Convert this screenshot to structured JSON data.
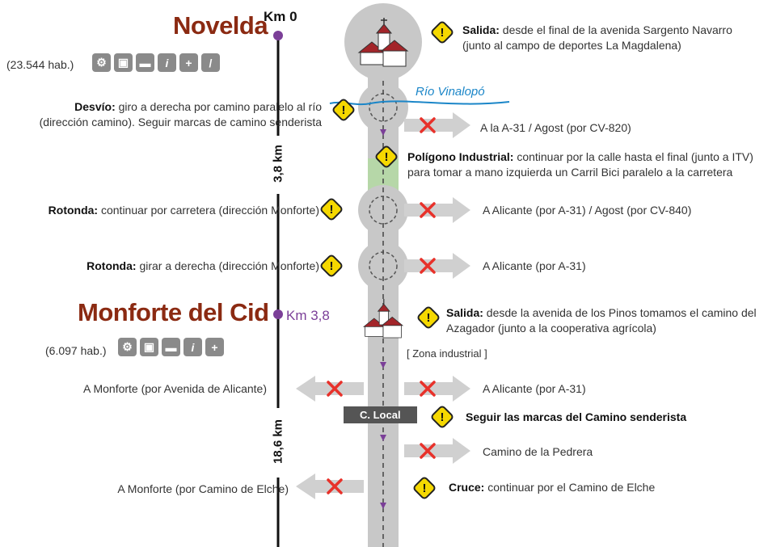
{
  "towns": {
    "novelda": {
      "name": "Novelda",
      "km": "Km 0",
      "population": "(23.544 hab.)",
      "services": [
        "bike-repair-icon",
        "train-icon",
        "bed-icon",
        "info-icon",
        "health-icon",
        "tool-icon"
      ]
    },
    "monforte": {
      "name": "Monforte del Cid",
      "km": "Km 3,8",
      "population": "(6.097 hab.)",
      "services": [
        "bike-repair-icon",
        "train-icon",
        "bed-icon",
        "info-icon",
        "health-icon"
      ]
    }
  },
  "distances": {
    "first": "3,8 km",
    "second": "18,6 km"
  },
  "river": "Río Vinalopó",
  "zone_label": "[ Zona industrial ]",
  "road_label": "C. Local",
  "notes": [
    {
      "bold": "Salida:",
      "text": "desde el final de la avenida Sargento Navarro",
      "text2": "(junto al campo de deportes La Magdalena)"
    },
    {
      "bold": "Desvío:",
      "text": "giro a derecha por camino paralelo al río",
      "text2": "(dirección camino). Seguir marcas de camino senderista"
    },
    {
      "bold": "Polígono Industrial:",
      "text": "continuar por la calle hasta el final (junto a ITV)",
      "text2": "para tomar a mano izquierda un Carril Bici paralelo a la carretera"
    },
    {
      "bold": "Rotonda:",
      "text": "continuar por carretera (dirección Monforte)"
    },
    {
      "bold": "Rotonda:",
      "text": "girar a derecha (dirección Monforte)"
    },
    {
      "bold": "Salida:",
      "text": "desde la avenida de los Pinos tomamos el camino del",
      "text2": "Azagador (junto a la cooperativa agrícola)"
    },
    {
      "bold": "",
      "text": "Seguir las marcas del Camino senderista"
    },
    {
      "bold": "Cruce:",
      "text": "continuar por el Camino de Elche"
    }
  ],
  "exits_right": [
    "A la A-31 / Agost (por CV-820)",
    "A Alicante (por A-31) / Agost (por CV-840)",
    "A Alicante (por A-31)",
    "A Alicante (por A-31)",
    "Camino de la Pedrera"
  ],
  "exits_left": [
    "A Monforte (por Avenida de Alicante)",
    "A Monforte (por Camino de Elche)"
  ],
  "colors": {
    "route": "#c8c8c8",
    "town": "#8b2a12",
    "km": "#7b3f98",
    "river": "#1b86c8",
    "warning": "#f5d800",
    "cross": "#e8312a",
    "green": "#b6d7a8"
  }
}
